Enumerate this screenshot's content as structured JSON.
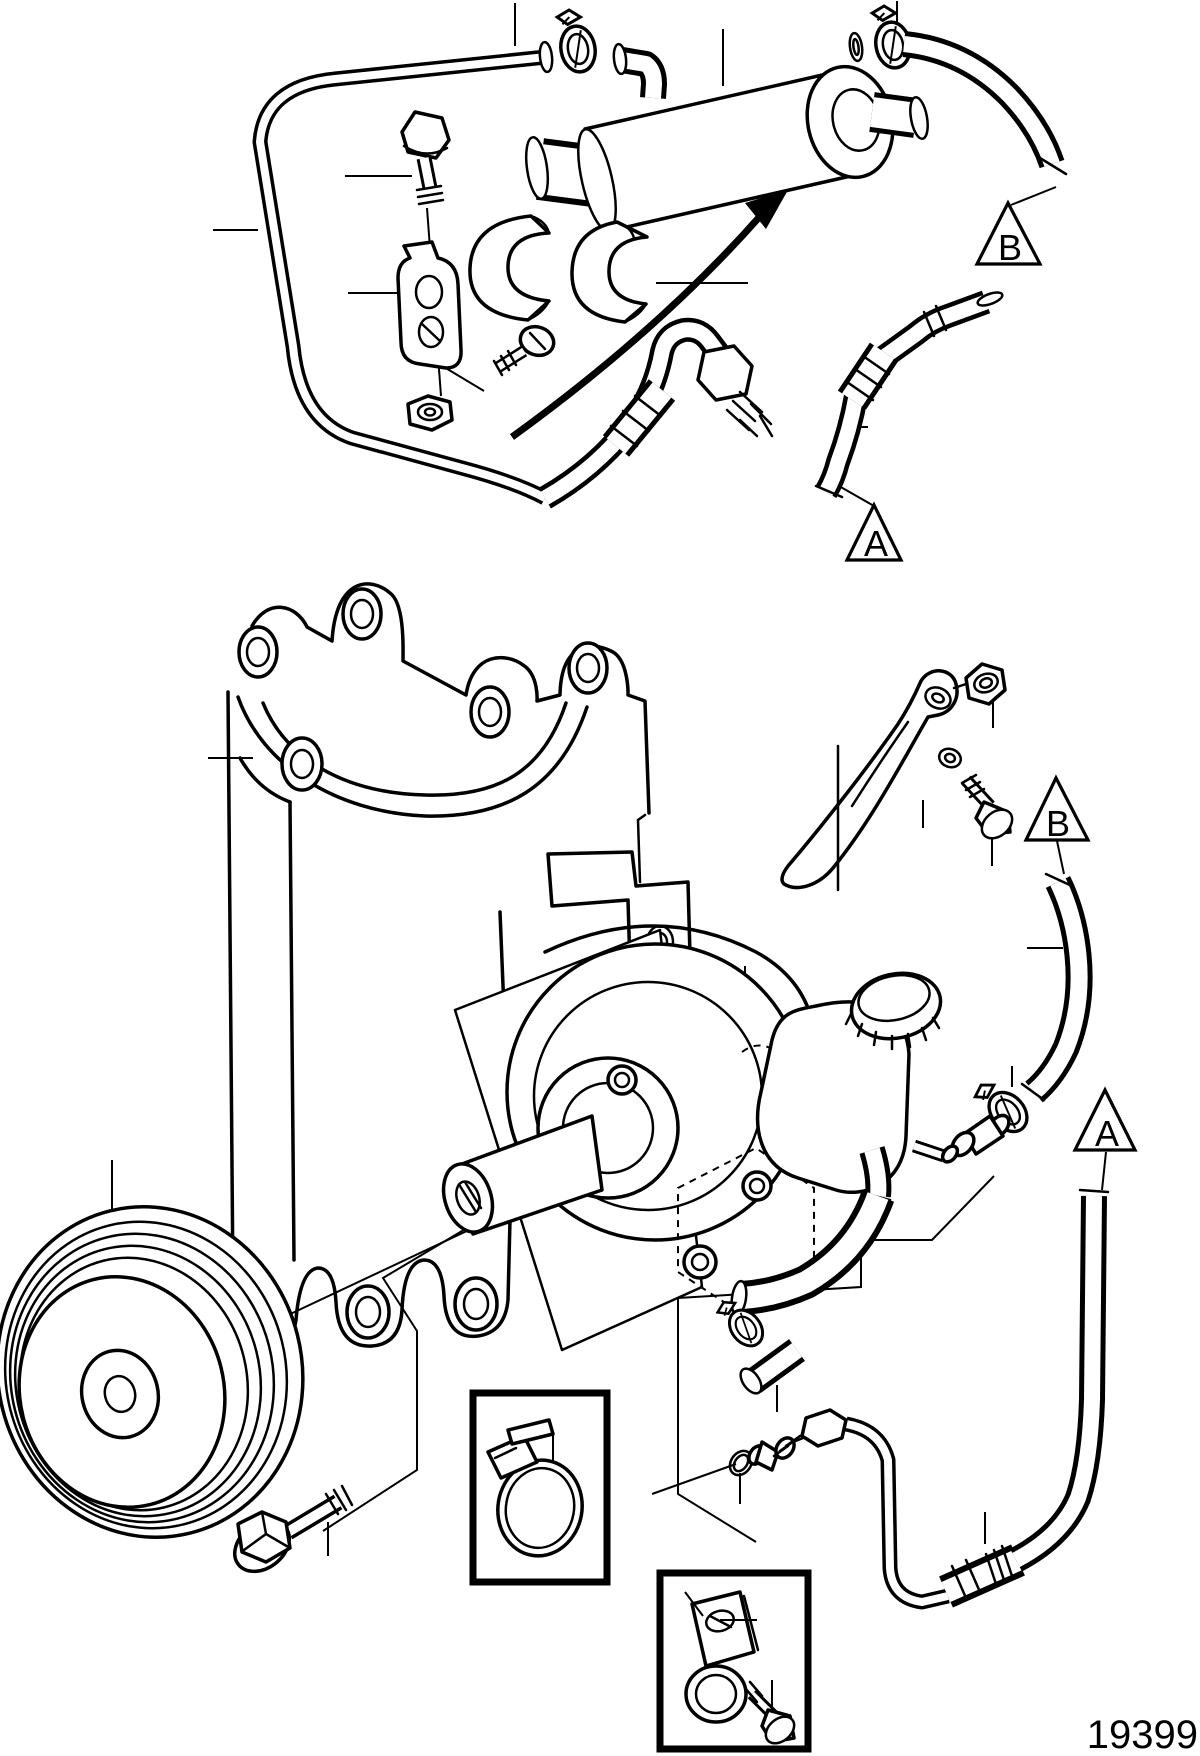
{
  "drawing": {
    "number": "19399"
  },
  "callouts": {
    "hose_a_top": {
      "label": "A"
    },
    "hose_b_top": {
      "label": "B"
    },
    "hose_b_mid": {
      "label": "B"
    },
    "hose_a_mid": {
      "label": "A"
    }
  },
  "colors": {
    "line": "#000000",
    "background": "#ffffff"
  }
}
